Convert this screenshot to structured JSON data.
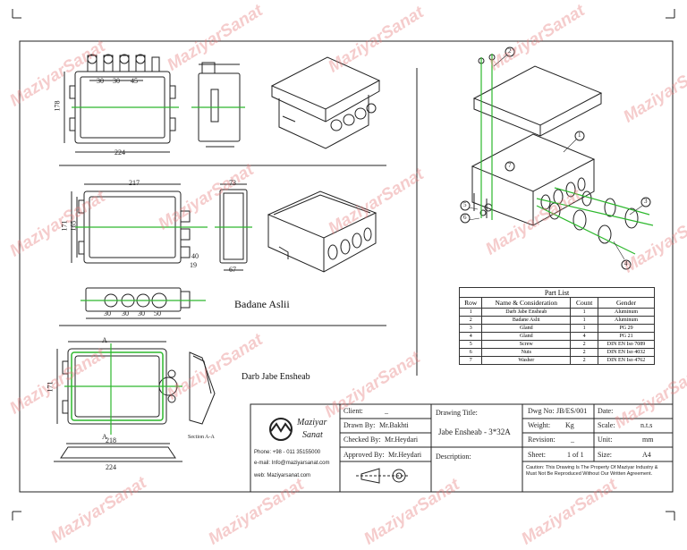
{
  "watermark": "MaziyarSanat",
  "views": {
    "view1_dims": {
      "d1": "30",
      "d2": "30",
      "d3": "45",
      "height": "178",
      "width": "224"
    },
    "view2_dims": {
      "top": "217",
      "left1": "171",
      "left2": "165",
      "d4": "40",
      "side_top": "73",
      "side_bottom": "67",
      "s1": "19"
    },
    "view3_dims": {
      "a": "30",
      "b": "30",
      "c": "30",
      "d": "50"
    },
    "view4_dims": {
      "w1": "218",
      "w2": "224",
      "h1": "171",
      "section_mark": "A",
      "section_label": "Section A-A"
    },
    "badane_label": "Badane Aslii",
    "darb_label": "Darb Jabe Ensheab"
  },
  "part_list": {
    "caption": "Part List",
    "headers": [
      "Row",
      "Name & Consideration",
      "Count",
      "Gender"
    ],
    "rows": [
      [
        "1",
        "Darb Jabe Ensheab",
        "1",
        "Aluminum"
      ],
      [
        "2",
        "Badane Aslii",
        "1",
        "Aluminum"
      ],
      [
        "3",
        "Gland",
        "1",
        "PG 29"
      ],
      [
        "4",
        "Gland",
        "4",
        "PG 21"
      ],
      [
        "5",
        "Screw",
        "2",
        "DIN EN Iso 7089"
      ],
      [
        "6",
        "Nuts",
        "2",
        "DIN EN Iso 4032"
      ],
      [
        "7",
        "Washer",
        "2",
        "DIN EN Iso 4762"
      ]
    ]
  },
  "title_block": {
    "company_top": "Maziyar",
    "company_bottom": "Sanat",
    "phone": "Phone: +98 - 011 35155000",
    "email": "e-mail:  Info@maziyarsanat.com",
    "web": "web:     Maziyarsanat.com",
    "client_label": "Client:",
    "client_value": "_",
    "drawn_label": "Drawn By:",
    "drawn_value": "Mr.Bakhti",
    "checked_label": "Checked By:",
    "checked_value": "Mr.Heydari",
    "approved_label": "Approved By:",
    "approved_value": "Mr.Heydari",
    "drawing_title_label": "Drawing Title:",
    "drawing_title_value": "Jabe Ensheab - 3*32A",
    "description_label": "Description:",
    "dwg_label": "Dwg No:",
    "dwg_value": "JB/ES/001",
    "date_label": "Date:",
    "weight_label": "Weight:",
    "weight_value": "Kg",
    "scale_label": "Scale:",
    "scale_value": "n.t.s",
    "revision_label": "Revision:",
    "revision_value": "_",
    "unit_label": "Unit:",
    "unit_value": "mm",
    "sheet_label": "Sheet:",
    "sheet_value": "1 of 1",
    "size_label": "Size:",
    "size_value": "A4",
    "caution": "Caution: This Drawing Is The Property Of Maziyar Industry & Must Not Be Reproduced Without Our Written Agreement."
  },
  "balloons": [
    "1",
    "2",
    "3",
    "4",
    "5",
    "6",
    "7"
  ],
  "colors": {
    "accent_green": "#2db82d",
    "line": "#222222",
    "watermark": "#e67878"
  }
}
